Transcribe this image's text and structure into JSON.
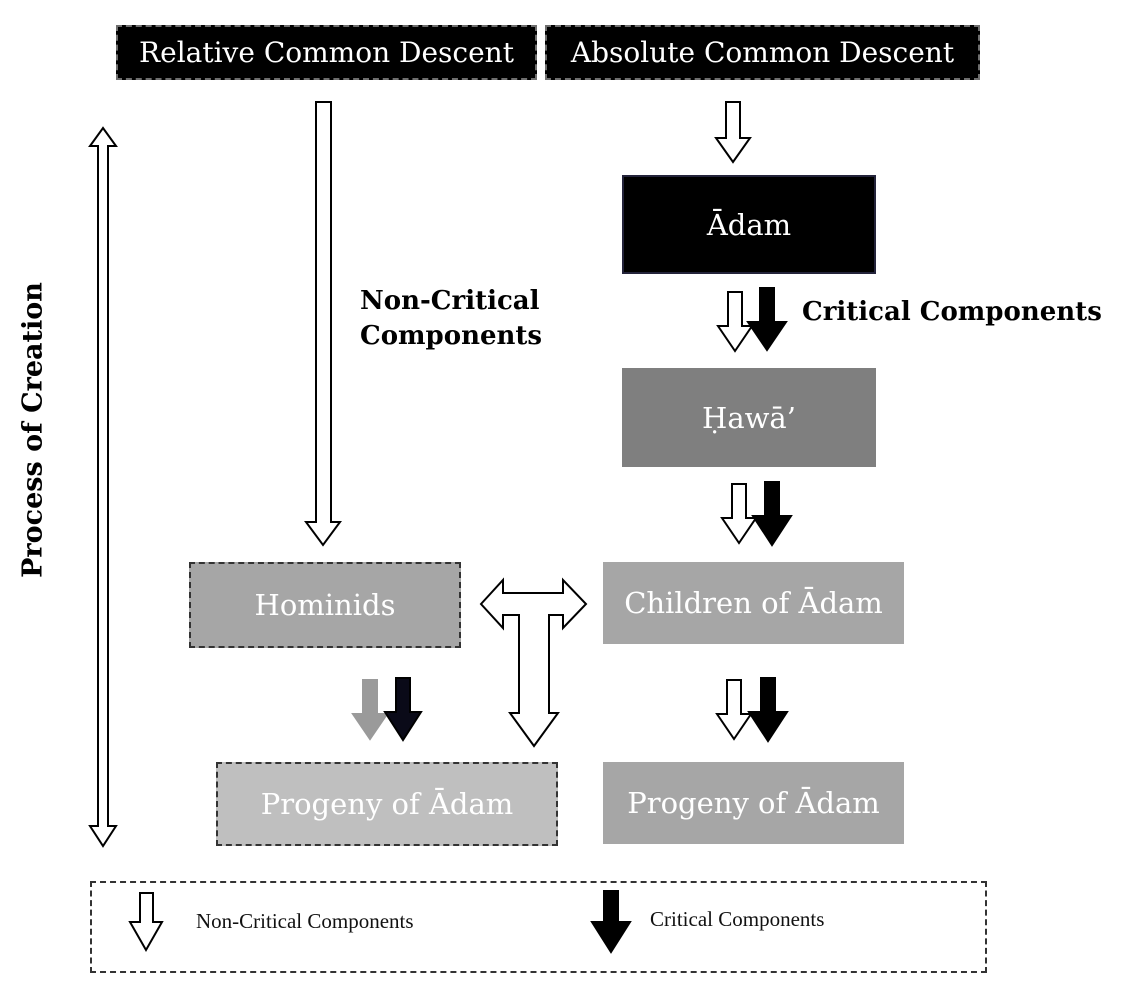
{
  "headers": {
    "relative": "Relative Common Descent",
    "absolute": "Absolute Common Descent"
  },
  "boxes": {
    "adam": "Ādam",
    "hawa": "Ḥawā’",
    "children": "Children of Ādam",
    "progeny_right": "Progeny of Ādam",
    "hominids": "Hominids",
    "progeny_left": "Progeny of Ādam"
  },
  "labels": {
    "non_critical_line1": "Non-Critical",
    "non_critical_line2": "Components",
    "critical": "Critical Components",
    "process": "Process of Creation"
  },
  "legend": {
    "non_critical": "Non-Critical Components",
    "critical": "Critical Components"
  },
  "colors": {
    "black": "#000000",
    "adam": "#000000",
    "hawa": "#7f7f7f",
    "children": "#a6a6a6",
    "progeny_right": "#a6a6a6",
    "hominids": "#a6a6a6",
    "progeny_left": "#bfbfbf"
  }
}
